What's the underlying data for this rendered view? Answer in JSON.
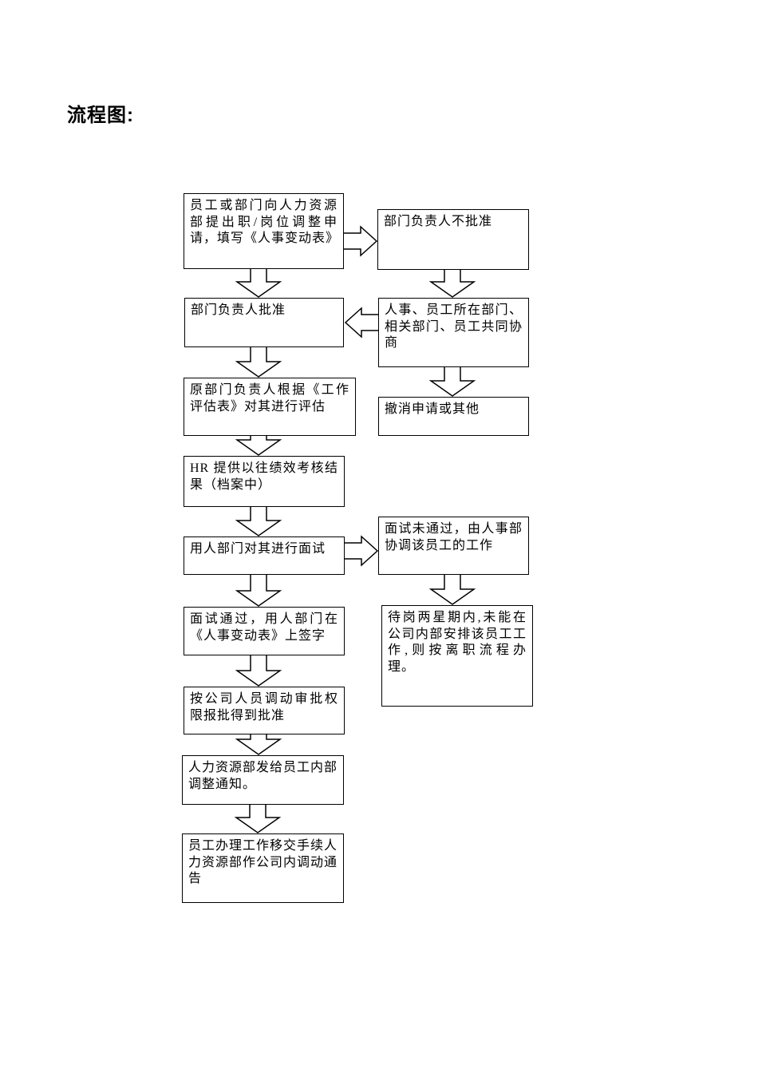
{
  "page": {
    "title": "流程图:",
    "background_color": "#ffffff",
    "line_color": "#000000"
  },
  "flowchart": {
    "nodes": [
      {
        "id": "apply",
        "text": "员工或部门向人力资源部提出职/岗位调整申请，填写《人事变动表》"
      },
      {
        "id": "not-approved",
        "text": "部门负责人不批准"
      },
      {
        "id": "approved",
        "text": "部门负责人批准"
      },
      {
        "id": "negotiate",
        "text": "人事、员工所在部门、相关部门、员工共同协商"
      },
      {
        "id": "evaluate",
        "text": "原部门负责人根据《工作评估表》对其进行评估"
      },
      {
        "id": "withdraw",
        "text": "撤消申请或其他"
      },
      {
        "id": "hr-records",
        "text": "HR 提供以往绩效考核结果（档案中）"
      },
      {
        "id": "interview",
        "text": "用人部门对其进行面试"
      },
      {
        "id": "interview-fail",
        "text": "面试未通过，由人事部协调该员工的工作"
      },
      {
        "id": "interview-pass",
        "text": "面试通过，用人部门在《人事变动表》上签字"
      },
      {
        "id": "waiting",
        "text": "待岗两星期内,未能在公司内部安排该员工工作,则按离职流程办理。"
      },
      {
        "id": "approval-authority",
        "text": "按公司人员调动审批权限报批得到批准"
      },
      {
        "id": "notice",
        "text": "人力资源部发给员工内部调整通知。"
      },
      {
        "id": "handover",
        "text": "员工办理工作移交手续人力资源部作公司内调动通告"
      }
    ],
    "edges": [
      {
        "from": "apply",
        "to": "not-approved",
        "direction": "right"
      },
      {
        "from": "apply",
        "to": "approved",
        "direction": "down"
      },
      {
        "from": "not-approved",
        "to": "negotiate",
        "direction": "down"
      },
      {
        "from": "negotiate",
        "to": "approved",
        "direction": "left"
      },
      {
        "from": "negotiate",
        "to": "withdraw",
        "direction": "down"
      },
      {
        "from": "approved",
        "to": "evaluate",
        "direction": "down"
      },
      {
        "from": "evaluate",
        "to": "hr-records",
        "direction": "down"
      },
      {
        "from": "hr-records",
        "to": "interview",
        "direction": "down"
      },
      {
        "from": "interview",
        "to": "interview-fail",
        "direction": "right"
      },
      {
        "from": "interview",
        "to": "interview-pass",
        "direction": "down"
      },
      {
        "from": "interview-fail",
        "to": "waiting",
        "direction": "down"
      },
      {
        "from": "interview-pass",
        "to": "approval-authority",
        "direction": "down"
      },
      {
        "from": "approval-authority",
        "to": "notice",
        "direction": "down"
      },
      {
        "from": "notice",
        "to": "handover",
        "direction": "down"
      }
    ]
  }
}
